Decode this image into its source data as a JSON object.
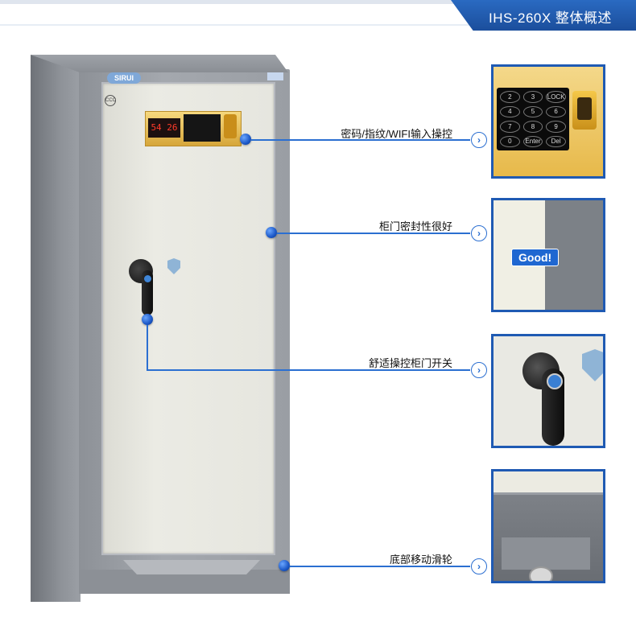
{
  "header": {
    "title": "IHS-260X 整体概述"
  },
  "product": {
    "brand_logo": "SIRUI",
    "display_text": "54 26"
  },
  "callouts": [
    {
      "label": "密码/指纹/WIFI输入操控",
      "arrow": "›"
    },
    {
      "label": "柜门密封性很好",
      "arrow": "›"
    },
    {
      "label": "舒适操控柜门开关",
      "arrow": "›"
    },
    {
      "label": "底部移动滑轮",
      "arrow": "›"
    }
  ],
  "details": {
    "keypad_keys": [
      "2",
      "3",
      "LOCK",
      "4",
      "5",
      "6",
      "7",
      "8",
      "9",
      "0",
      "Enter",
      "Del"
    ],
    "seal_bubble": "Good!"
  },
  "colors": {
    "accent": "#2b6fd1",
    "header_tab": "#1f5ab3",
    "safe_body": "#9a9ea4",
    "door": "#e8e8e1"
  }
}
